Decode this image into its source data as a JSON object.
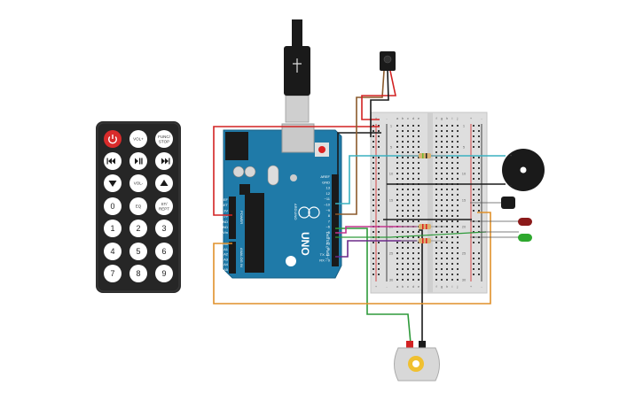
{
  "remote": {
    "buttons": [
      {
        "key": "power",
        "label": "",
        "icon": "power-icon"
      },
      {
        "key": "vol-up",
        "label": "VOL+"
      },
      {
        "key": "func-stop",
        "label": "FUNC/\nSTOP"
      },
      {
        "key": "prev",
        "label": "",
        "icon": "rewind-icon"
      },
      {
        "key": "play-pause",
        "label": "",
        "icon": "play-pause-icon"
      },
      {
        "key": "next",
        "label": "",
        "icon": "fast-forward-icon"
      },
      {
        "key": "down",
        "label": "",
        "icon": "down-triangle-icon"
      },
      {
        "key": "vol-down",
        "label": "VOL-"
      },
      {
        "key": "up",
        "label": "",
        "icon": "up-triangle-icon"
      },
      {
        "key": "0",
        "label": "0"
      },
      {
        "key": "eq",
        "label": "EQ"
      },
      {
        "key": "st-rept",
        "label": "ST/\nREPT"
      },
      {
        "key": "1",
        "label": "1"
      },
      {
        "key": "2",
        "label": "2"
      },
      {
        "key": "3",
        "label": "3"
      },
      {
        "key": "4",
        "label": "4"
      },
      {
        "key": "5",
        "label": "5"
      },
      {
        "key": "6",
        "label": "6"
      },
      {
        "key": "7",
        "label": "7"
      },
      {
        "key": "8",
        "label": "8"
      },
      {
        "key": "9",
        "label": "9"
      }
    ]
  },
  "arduino": {
    "brand": "ARDUINO",
    "model": "UNO",
    "digital_label": "DIGITAL (PWM~)",
    "power_label": "POWER",
    "analog_label": "ANALOG IN",
    "pins_right": [
      "AREF",
      "GND",
      "13",
      "12",
      "~11",
      "~10",
      "~9",
      "8",
      "7",
      "~6",
      "~5",
      "4",
      "~3",
      "2",
      "TX→1",
      "RX←0"
    ],
    "pins_power": [
      "IOREF",
      "RESET",
      "3.3V",
      "5V",
      "GND",
      "GND",
      "Vin"
    ],
    "pins_analog": [
      "A0",
      "A1",
      "A2",
      "A3",
      "A4",
      "A5"
    ]
  },
  "breadboard": {
    "columns_left": [
      "a",
      "b",
      "c",
      "d",
      "e"
    ],
    "columns_right": [
      "f",
      "g",
      "h",
      "i",
      "j"
    ],
    "rail_plus": "+",
    "rail_minus": "-",
    "row_numbers": [
      "1",
      "5",
      "10",
      "15",
      "20",
      "25",
      "30"
    ]
  },
  "buzzer": {
    "plus_label": "+",
    "minus_label": "-"
  },
  "colors": {
    "wire_red": "#d22222",
    "wire_black": "#1a1a1a",
    "wire_brown": "#8b5a2b",
    "wire_cyan": "#3ab0c0",
    "wire_green": "#2e9a3a",
    "wire_orange": "#e0902a",
    "wire_purple": "#6b2a8a",
    "wire_magenta": "#c2358e",
    "arduino_blue": "#1f7aa8",
    "breadboard": "#dcdcdc"
  }
}
